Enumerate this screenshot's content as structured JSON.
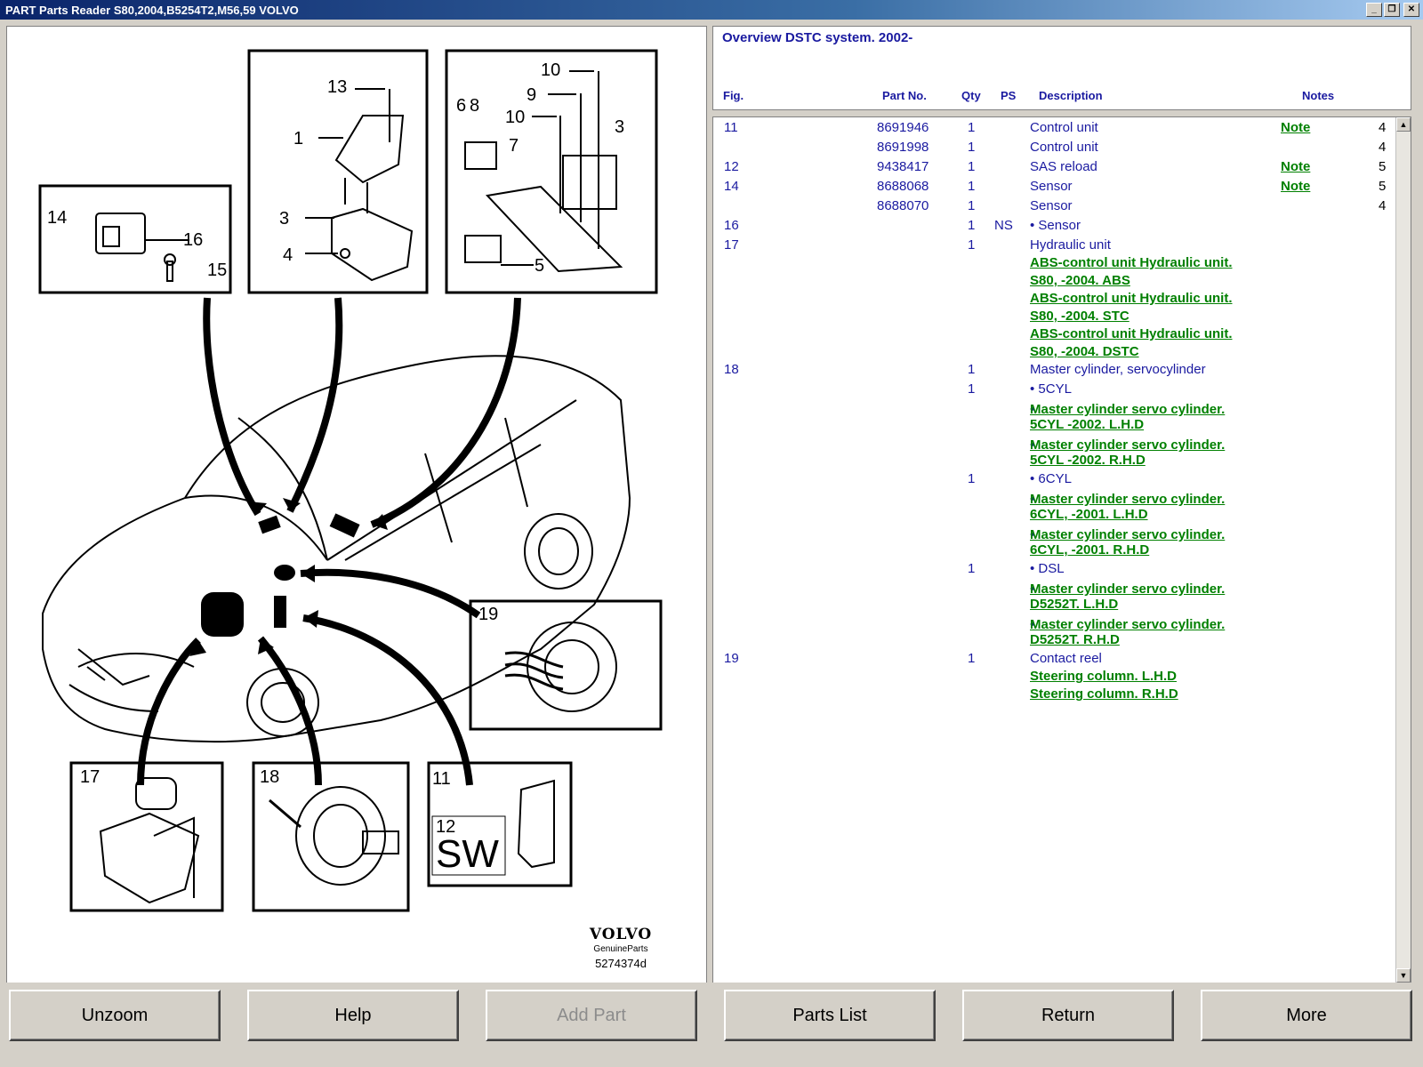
{
  "window": {
    "title": "PART Parts Reader S80,2004,B5254T2,M56,59 VOLVO",
    "minimize_glyph": "_",
    "restore_glyph": "❐",
    "close_glyph": "✕"
  },
  "diagram": {
    "callouts": [
      "14",
      "16",
      "15",
      "13",
      "1",
      "3",
      "4",
      "6",
      "8",
      "10",
      "9",
      "10",
      "7",
      "3",
      "5",
      "19",
      "17",
      "18",
      "11",
      "12",
      "SW"
    ],
    "logo": "VOLVO",
    "genuine": "GenuineParts",
    "reference": "5274374d"
  },
  "header": {
    "title": "Overview DSTC system. 2002-",
    "columns": {
      "fig": "Fig.",
      "part": "Part No.",
      "qty": "Qty",
      "ps": "PS",
      "desc": "Description",
      "notes": "Notes"
    }
  },
  "parts": {
    "rows": [
      {
        "fig": "11",
        "part": "8691946",
        "qty": "1",
        "ps": "",
        "desc": "Control unit",
        "note": "Note",
        "num": "4"
      },
      {
        "fig": "",
        "part": "8691998",
        "qty": "1",
        "ps": "",
        "desc": "Control unit",
        "note": "",
        "num": "4"
      },
      {
        "fig": "12",
        "part": "9438417",
        "qty": "1",
        "ps": "",
        "desc": "SAS reload",
        "note": "Note",
        "num": "5"
      },
      {
        "fig": "14",
        "part": "8688068",
        "qty": "1",
        "ps": "",
        "desc": "Sensor",
        "note": "Note",
        "num": "5"
      },
      {
        "fig": "",
        "part": "8688070",
        "qty": "1",
        "ps": "",
        "desc": "Sensor",
        "note": "",
        "num": "4"
      },
      {
        "fig": "16",
        "part": "",
        "qty": "1",
        "ps": "NS",
        "desc": "• Sensor",
        "note": "",
        "num": ""
      },
      {
        "fig": "17",
        "part": "",
        "qty": "1",
        "ps": "",
        "desc": "Hydraulic unit",
        "note": "",
        "num": ""
      }
    ],
    "hydraulic_links": [
      "ABS-control unit Hydraulic unit.",
      "S80, -2004. ABS",
      "ABS-control unit Hydraulic unit.",
      "S80, -2004. STC",
      "ABS-control unit Hydraulic unit.",
      "S80, -2004. DSTC"
    ],
    "master": {
      "fig": "18",
      "qty": "1",
      "desc": "Master cylinder, servocylinder"
    },
    "cyl5": {
      "qty": "1",
      "desc": "• 5CYL"
    },
    "cyl5_links": [
      "Master cylinder servo cylinder.",
      "5CYL -2002. L.H.D",
      "Master cylinder servo cylinder.",
      "5CYL -2002. R.H.D"
    ],
    "cyl6": {
      "qty": "1",
      "desc": "• 6CYL"
    },
    "cyl6_links": [
      "Master cylinder servo cylinder.",
      "6CYL, -2001. L.H.D",
      "Master cylinder servo cylinder.",
      "6CYL, -2001. R.H.D"
    ],
    "dsl": {
      "qty": "1",
      "desc": "• DSL"
    },
    "dsl_links": [
      "Master cylinder servo cylinder.",
      "D5252T. L.H.D",
      "Master cylinder servo cylinder.",
      "D5252T. R.H.D"
    ],
    "reel": {
      "fig": "19",
      "qty": "1",
      "desc": "Contact reel"
    },
    "reel_links": [
      "Steering column. L.H.D",
      "Steering column. R.H.D"
    ],
    "bullet": "•"
  },
  "scrollbar": {
    "up": "▲",
    "down": "▼"
  },
  "buttons": {
    "unzoom": "Unzoom",
    "help": "Help",
    "add_part": "Add Part",
    "parts_list": "Parts List",
    "return": "Return",
    "more": "More"
  }
}
